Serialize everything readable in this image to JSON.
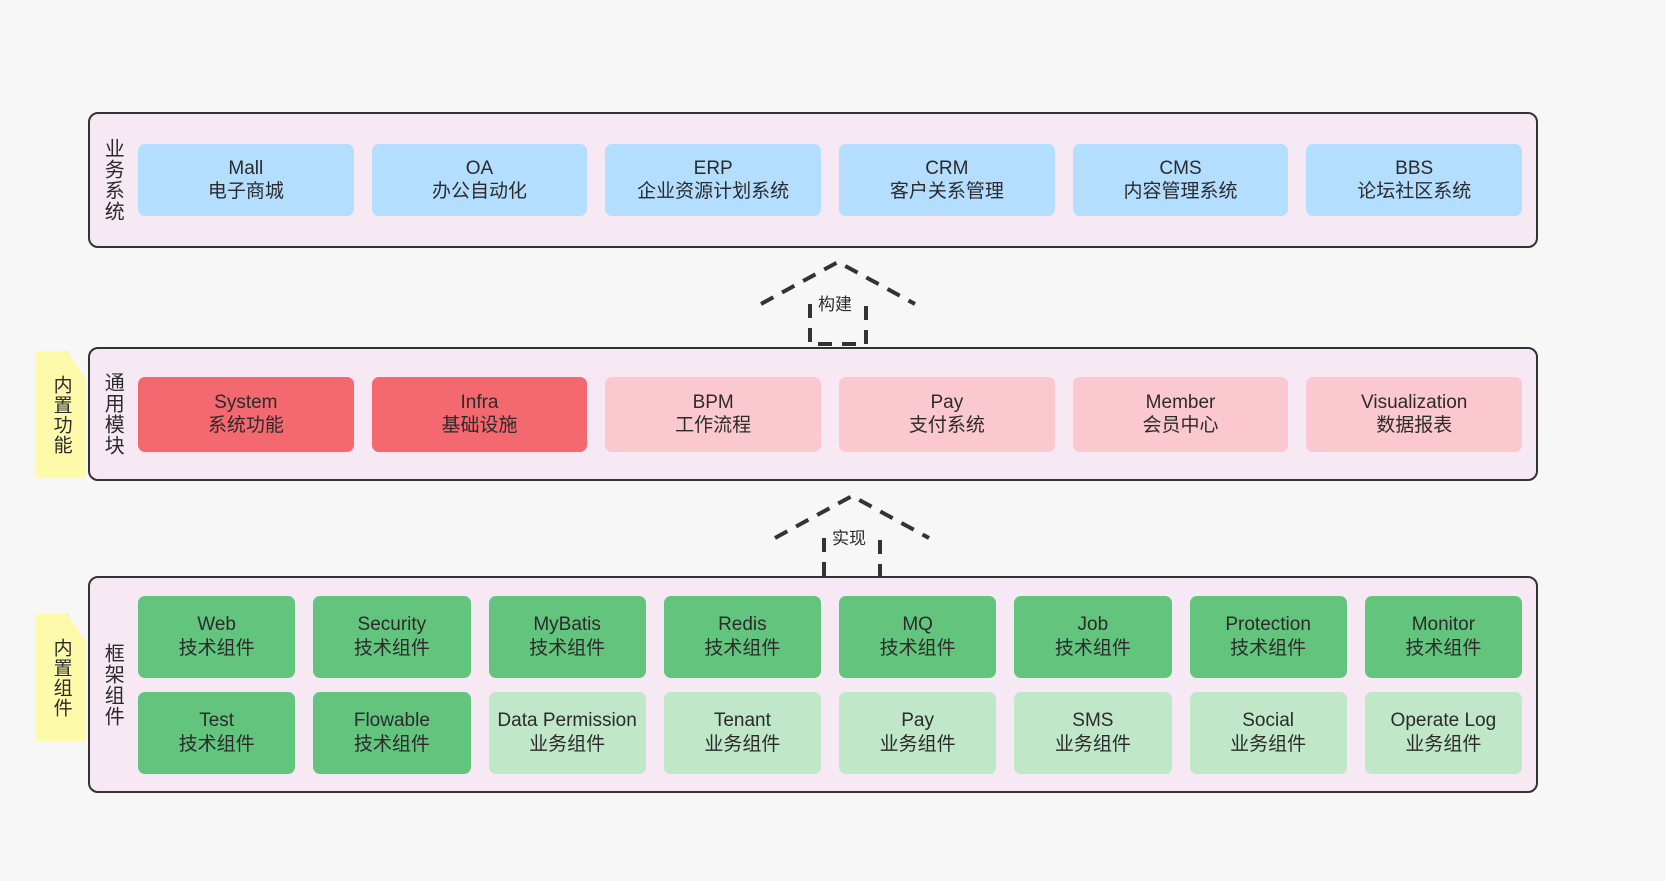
{
  "diagram": {
    "background_color": "#f7f7f7",
    "layer_background_color": "#f7e9f4",
    "layer_border_color": "#333333",
    "note_color": "#fdfbaa",
    "colors": {
      "blue": "#b3deff",
      "red": "#f4686f",
      "pink": "#fbc8cf",
      "green": "#63c57d",
      "green_light": "#bfe7c8"
    }
  },
  "layers": [
    {
      "id": "business-system",
      "title": "业务系统",
      "rows": [
        {
          "cards": [
            {
              "en": "Mall",
              "cn": "电子商城",
              "color": "blue"
            },
            {
              "en": "OA",
              "cn": "办公自动化",
              "color": "blue"
            },
            {
              "en": "ERP",
              "cn": "企业资源计划系统",
              "color": "blue"
            },
            {
              "en": "CRM",
              "cn": "客户关系管理",
              "color": "blue"
            },
            {
              "en": "CMS",
              "cn": "内容管理系统",
              "color": "blue"
            },
            {
              "en": "BBS",
              "cn": "论坛社区系统",
              "color": "blue"
            }
          ]
        }
      ]
    },
    {
      "id": "common-module",
      "title": "通用模块",
      "note": "内置功能",
      "rows": [
        {
          "cards": [
            {
              "en": "System",
              "cn": "系统功能",
              "color": "red"
            },
            {
              "en": "Infra",
              "cn": "基础设施",
              "color": "red"
            },
            {
              "en": "BPM",
              "cn": "工作流程",
              "color": "pink"
            },
            {
              "en": "Pay",
              "cn": "支付系统",
              "color": "pink"
            },
            {
              "en": "Member",
              "cn": "会员中心",
              "color": "pink"
            },
            {
              "en": "Visualization",
              "cn": "数据报表",
              "color": "pink"
            }
          ]
        }
      ]
    },
    {
      "id": "framework-component",
      "title": "框架组件",
      "note": "内置组件",
      "rows": [
        {
          "cards": [
            {
              "en": "Web",
              "cn": "技术组件",
              "color": "green"
            },
            {
              "en": "Security",
              "cn": "技术组件",
              "color": "green"
            },
            {
              "en": "MyBatis",
              "cn": "技术组件",
              "color": "green"
            },
            {
              "en": "Redis",
              "cn": "技术组件",
              "color": "green"
            },
            {
              "en": "MQ",
              "cn": "技术组件",
              "color": "green"
            },
            {
              "en": "Job",
              "cn": "技术组件",
              "color": "green"
            },
            {
              "en": "Protection",
              "cn": "技术组件",
              "color": "green"
            },
            {
              "en": "Monitor",
              "cn": "技术组件",
              "color": "green"
            }
          ]
        },
        {
          "cards": [
            {
              "en": "Test",
              "cn": "技术组件",
              "color": "green"
            },
            {
              "en": "Flowable",
              "cn": "技术组件",
              "color": "green"
            },
            {
              "en": "Data Permission",
              "cn": "业务组件",
              "color": "green_light"
            },
            {
              "en": "Tenant",
              "cn": "业务组件",
              "color": "green_light"
            },
            {
              "en": "Pay",
              "cn": "业务组件",
              "color": "green_light"
            },
            {
              "en": "SMS",
              "cn": "业务组件",
              "color": "green_light"
            },
            {
              "en": "Social",
              "cn": "业务组件",
              "color": "green_light"
            },
            {
              "en": "Operate Log",
              "cn": "业务组件",
              "color": "green_light"
            }
          ]
        }
      ]
    }
  ],
  "connectors": [
    {
      "id": "build",
      "label": "构建"
    },
    {
      "id": "implement",
      "label": "实现"
    }
  ]
}
